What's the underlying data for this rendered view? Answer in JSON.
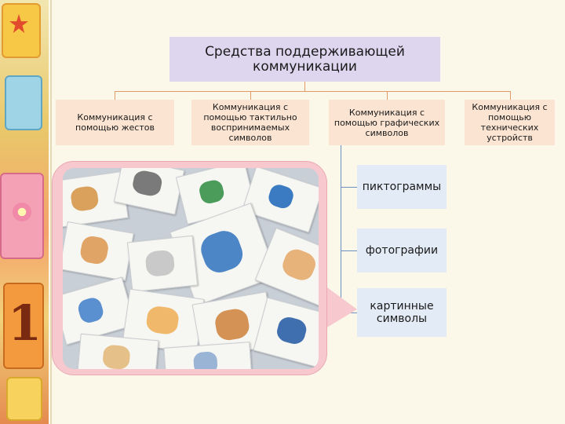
{
  "title": "Средства поддерживающей коммуникации",
  "categories": [
    {
      "label": "Коммуникация с помощью жестов"
    },
    {
      "label": "Коммуникация с помощью тактильно воспринимаемых символов"
    },
    {
      "label": "Коммуникация с помощью графических символов"
    },
    {
      "label": "Коммуникация с помощью технических устройств"
    }
  ],
  "graphic_symbols": [
    {
      "label": "пиктограммы"
    },
    {
      "label": "фотографии"
    },
    {
      "label": "картинные символы"
    }
  ],
  "colors": {
    "title_box": "#ddd6ee",
    "category_box": "#fbe4d2",
    "sub_box": "#e3ecf6",
    "connector_top": "#e29a6a",
    "connector_sub": "#6f8fc0",
    "photo_frame": "#f7c9cf"
  },
  "photo": {
    "icon": "picture-cards-photo"
  }
}
